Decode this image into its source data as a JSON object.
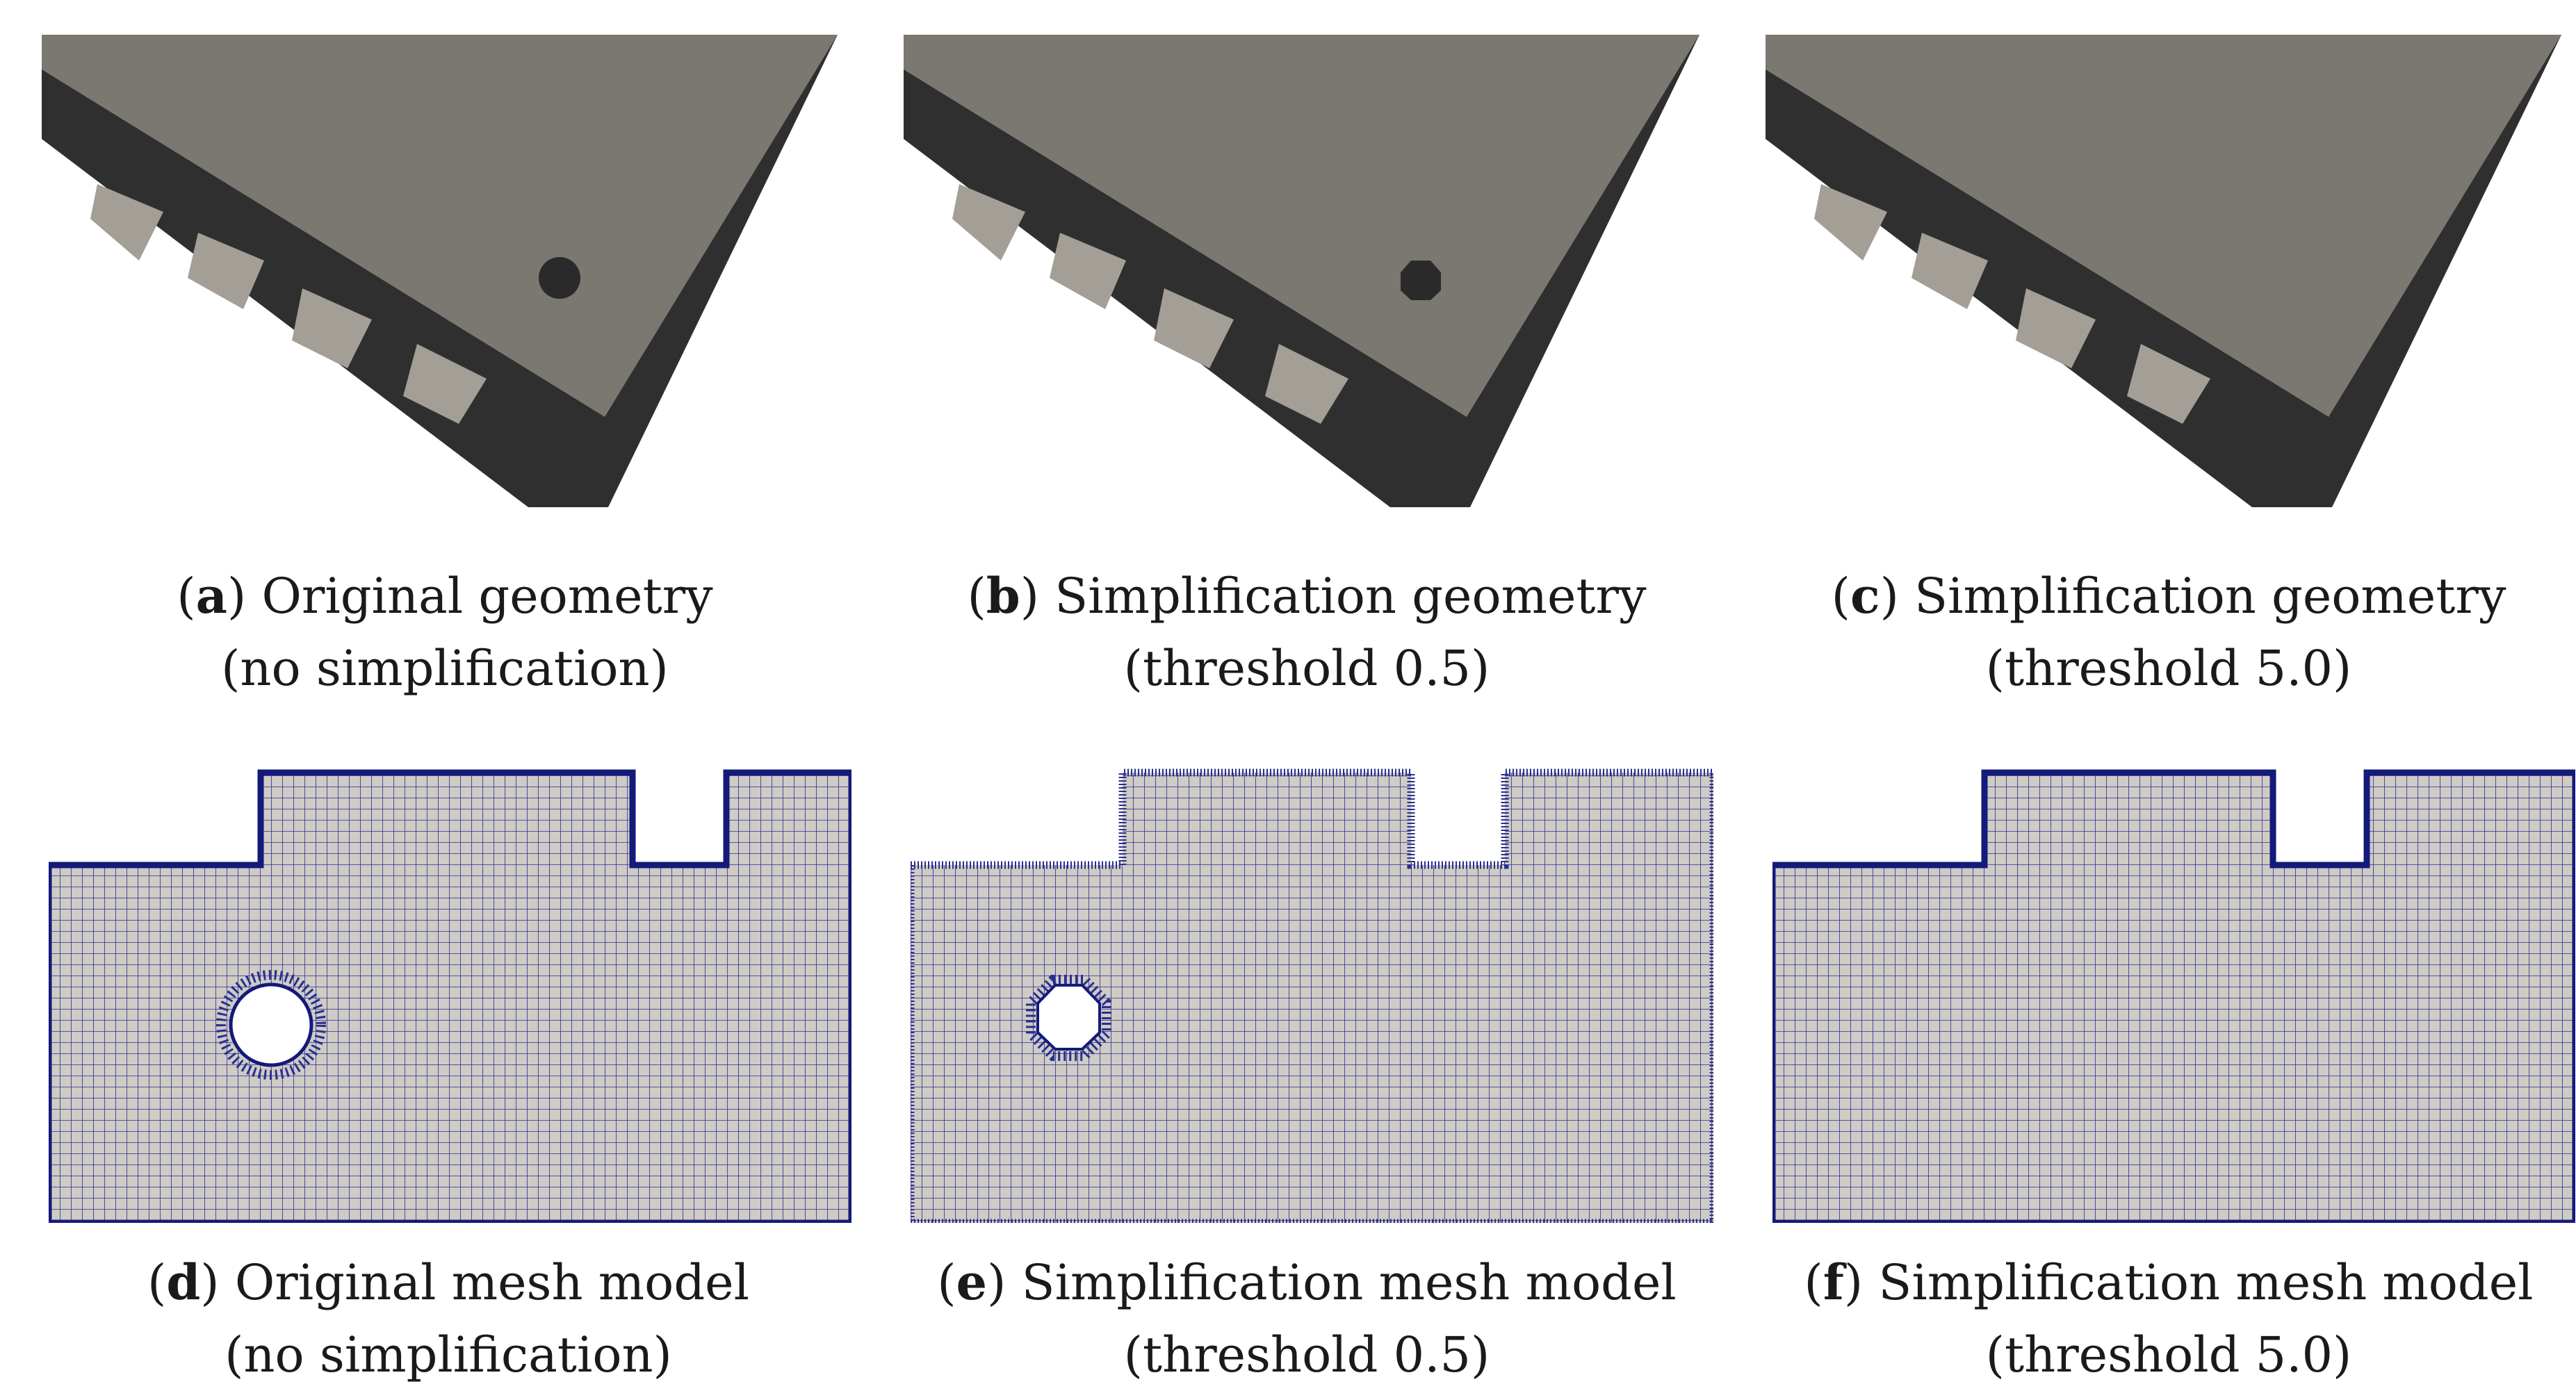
{
  "figure": {
    "panels": [
      {
        "letter": "a",
        "title": "Original geometry",
        "note": "(no simplification)"
      },
      {
        "letter": "b",
        "title": "Simplification geometry",
        "note": "(threshold 0.5)"
      },
      {
        "letter": "c",
        "title": "Simplification geometry",
        "note": "(threshold 5.0)"
      },
      {
        "letter": "d",
        "title": "Original mesh model",
        "note": "(no simplification)"
      },
      {
        "letter": "e",
        "title": "Simplification mesh model",
        "note": "(threshold 0.5)"
      },
      {
        "letter": "f",
        "title": "Simplification mesh model",
        "note": "(threshold 5.0)"
      }
    ]
  },
  "colors": {
    "box_top": "#7b7771",
    "box_side": "#2f2f2f",
    "tab_face": "#a39e96",
    "mesh_bg": "#cfcbc5",
    "mesh_line": "#2a2f8f",
    "mesh_boundary": "#141a7a"
  }
}
